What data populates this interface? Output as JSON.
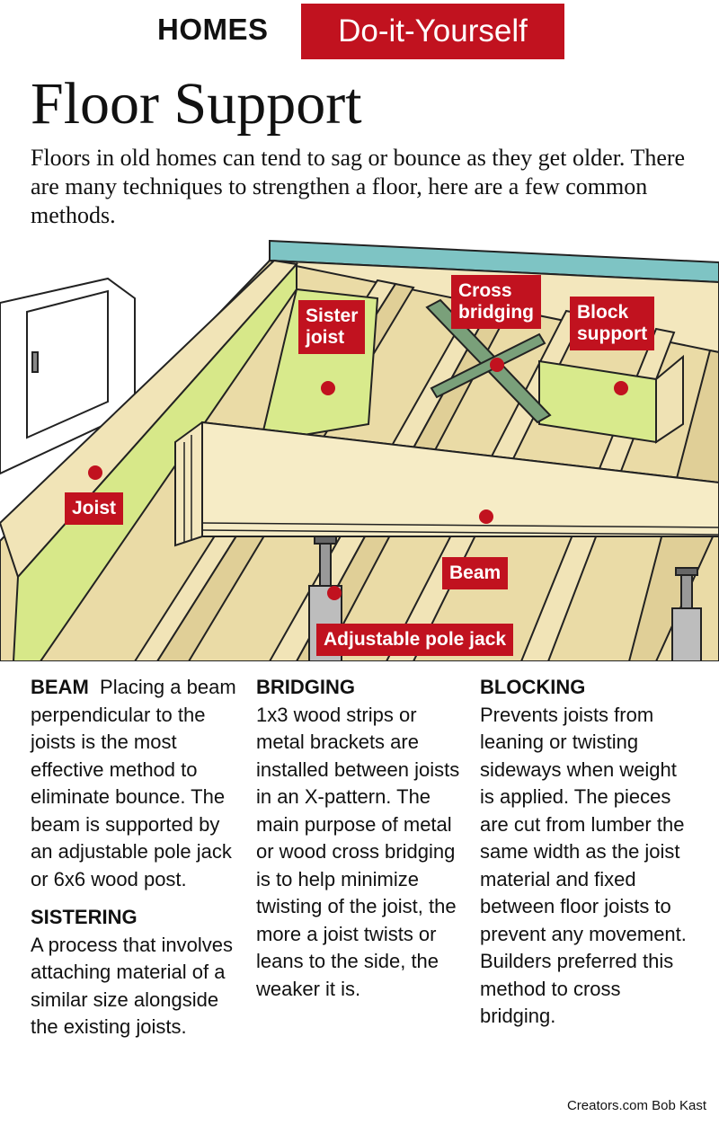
{
  "header": {
    "section": "HOMES",
    "tag": "Do-it-Yourself"
  },
  "title": "Floor Support",
  "intro": "Floors in old homes can tend to sag or bounce as they get older. There are many techniques to strengthen a floor, here are a few common methods.",
  "callouts": {
    "sister_joist": [
      "Sister",
      "joist"
    ],
    "cross_bridging": [
      "Cross",
      "bridging"
    ],
    "block_support": [
      "Block",
      "support"
    ],
    "joist": "Joist",
    "beam": "Beam",
    "pole_jack": "Adjustable pole jack"
  },
  "colors": {
    "accent": "#c1121f",
    "lumber": "#efe2b4",
    "insulation": "#d8ea8c",
    "bridging": "#7aa07a"
  },
  "sections": {
    "beam": {
      "heading": "BEAM",
      "body": "Placing a beam perpendicular to the joists is the most effective method to eliminate bounce. The beam is supported by an adjustable pole jack or 6x6 wood post."
    },
    "sistering": {
      "heading": "SISTERING",
      "body": "A process that involves attaching material of a similar size alongside the existing joists."
    },
    "bridging": {
      "heading": "BRIDGING",
      "body": "1x3 wood strips or metal brackets are installed between joists in an X-pattern. The main purpose of metal or wood cross bridging is to help minimize twisting of the joist, the more a joist twists or leans to the side, the weaker it is."
    },
    "blocking": {
      "heading": "BLOCKING",
      "body": "Prevents joists from leaning or twisting sideways when weight is applied. The pieces are cut from lumber the same width as the joist material and fixed between floor joists to prevent any movement. Builders preferred this method to cross bridging."
    }
  },
  "credit": "Creators.com Bob Kast"
}
